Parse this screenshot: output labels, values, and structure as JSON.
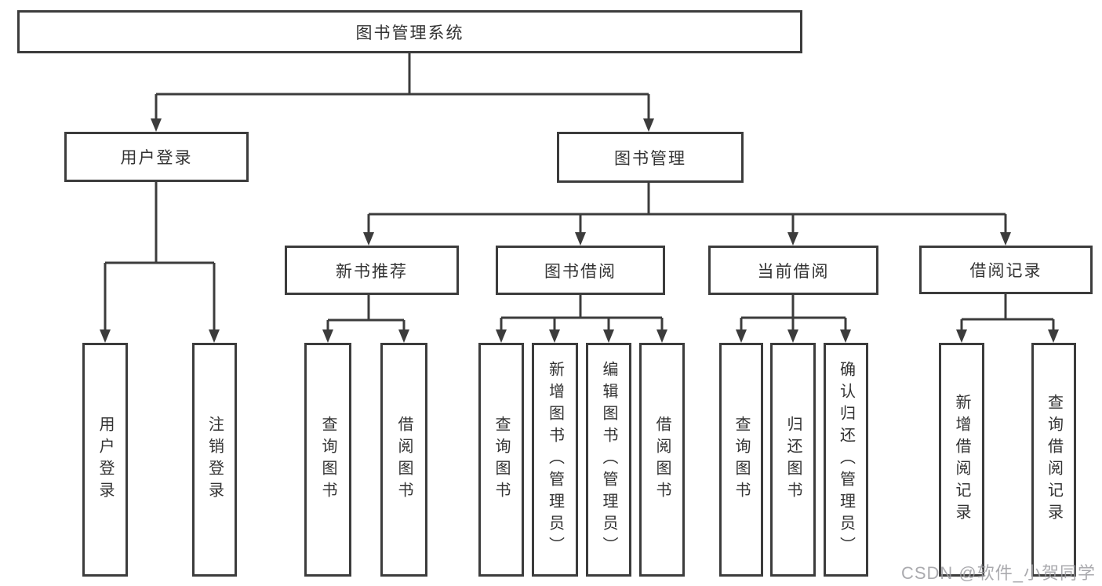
{
  "diagram": {
    "colors": {
      "line": "#3c3c3c",
      "box_border": "#3c3c3c",
      "text": "#333333",
      "background": "#ffffff",
      "watermark": "#9b9ba0"
    },
    "tree": {
      "label": "图书管理系统",
      "children": [
        {
          "label": "用户登录",
          "children": [
            {
              "label": "用户登录"
            },
            {
              "label": "注销登录"
            }
          ]
        },
        {
          "label": "图书管理",
          "children": [
            {
              "label": "新书推荐",
              "children": [
                {
                  "label": "查询图书"
                },
                {
                  "label": "借阅图书"
                }
              ]
            },
            {
              "label": "图书借阅",
              "children": [
                {
                  "label": "查询图书"
                },
                {
                  "label": "新增图书（管理员）"
                },
                {
                  "label": "编辑图书（管理员）"
                },
                {
                  "label": "借阅图书"
                }
              ]
            },
            {
              "label": "当前借阅",
              "children": [
                {
                  "label": "查询图书"
                },
                {
                  "label": "归还图书"
                },
                {
                  "label": "确认归还（管理员）"
                }
              ]
            },
            {
              "label": "借阅记录",
              "children": [
                {
                  "label": "新增借阅记录"
                },
                {
                  "label": "查询借阅记录"
                }
              ]
            }
          ]
        }
      ]
    },
    "watermark": {
      "text": "CSDN @软件_小贺同学"
    }
  }
}
